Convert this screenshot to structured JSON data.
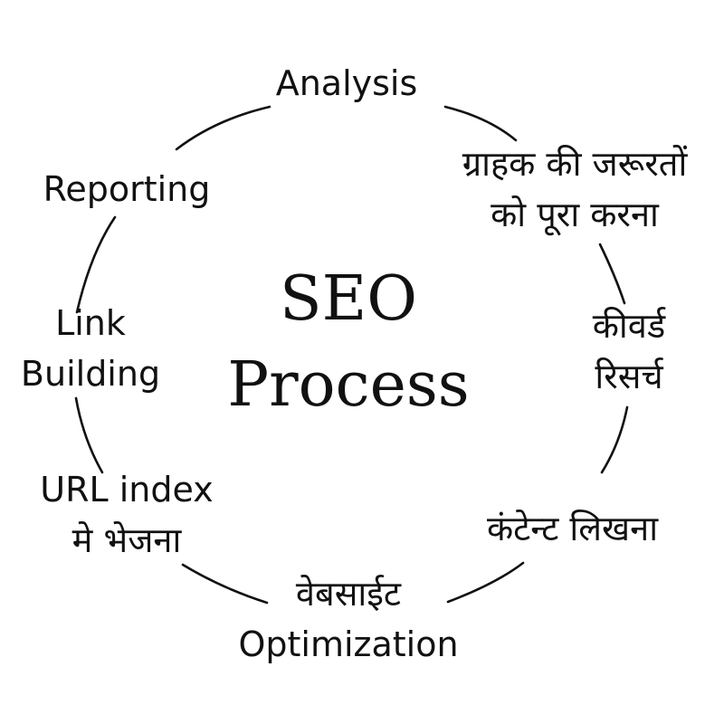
{
  "center": {
    "line1": "SEO",
    "line2": "Process"
  },
  "steps": [
    {
      "lines": [
        "Analysis"
      ]
    },
    {
      "lines": [
        "ग्राहक की जरूरतों",
        "को पूरा करना"
      ]
    },
    {
      "lines": [
        "कीवर्ड",
        "रिसर्च"
      ]
    },
    {
      "lines": [
        "कंटेन्ट लिखना"
      ]
    },
    {
      "lines": [
        "वेबसाईट",
        "Optimization"
      ]
    },
    {
      "lines": [
        "URL index",
        "मे भेजना"
      ]
    },
    {
      "lines": [
        "Link",
        "Building"
      ]
    },
    {
      "lines": [
        "Reporting"
      ]
    }
  ],
  "colors": {
    "ink": "#111111",
    "background": "#ffffff"
  }
}
